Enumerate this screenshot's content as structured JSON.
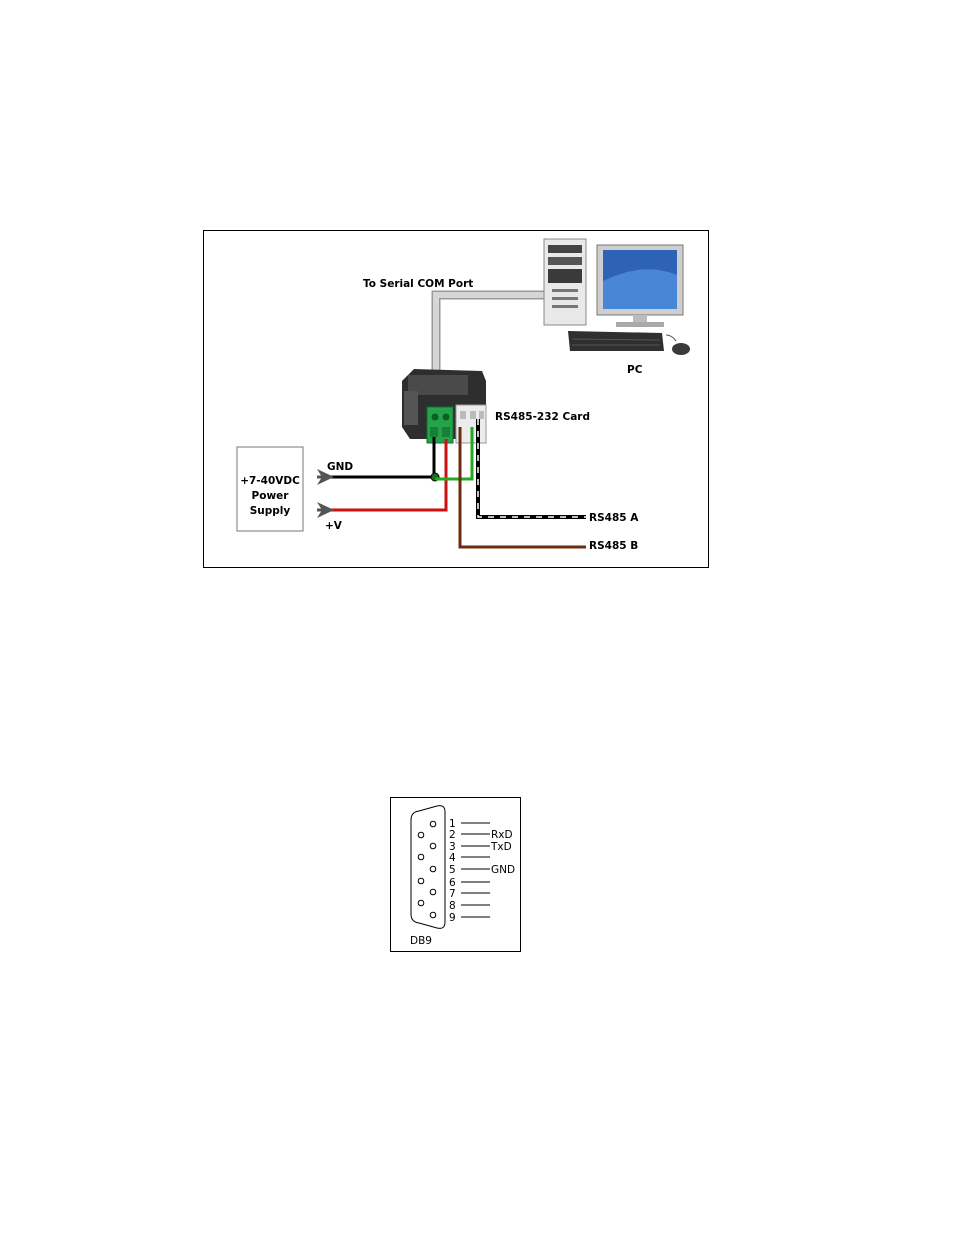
{
  "wiring_diagram": {
    "labels": {
      "serial_port": "To Serial COM Port",
      "pc": "PC",
      "card": "RS485-232 Card",
      "gnd": "GND",
      "plus_v": "+V",
      "rs485_a": "RS485 A",
      "rs485_b": "RS485 B",
      "power_supply_lines": [
        "+7-40VDC",
        "Power",
        "Supply"
      ]
    },
    "wire_colors": {
      "gnd": "#000000",
      "plus_v": "#cc1111",
      "green": "#22aa22",
      "rs485_b": "#6b2d0f",
      "serial_cable": "#bdbdbd"
    },
    "icons": [
      "desktop-computer-icon",
      "rs485-converter-icon",
      "power-arrow-icon"
    ]
  },
  "db9_diagram": {
    "title": "DB9",
    "pins": [
      {
        "num": "1",
        "signal": ""
      },
      {
        "num": "2",
        "signal": "RxD"
      },
      {
        "num": "3",
        "signal": "TxD"
      },
      {
        "num": "4",
        "signal": ""
      },
      {
        "num": "5",
        "signal": "GND"
      },
      {
        "num": "6",
        "signal": ""
      },
      {
        "num": "7",
        "signal": ""
      },
      {
        "num": "8",
        "signal": ""
      },
      {
        "num": "9",
        "signal": ""
      }
    ]
  }
}
